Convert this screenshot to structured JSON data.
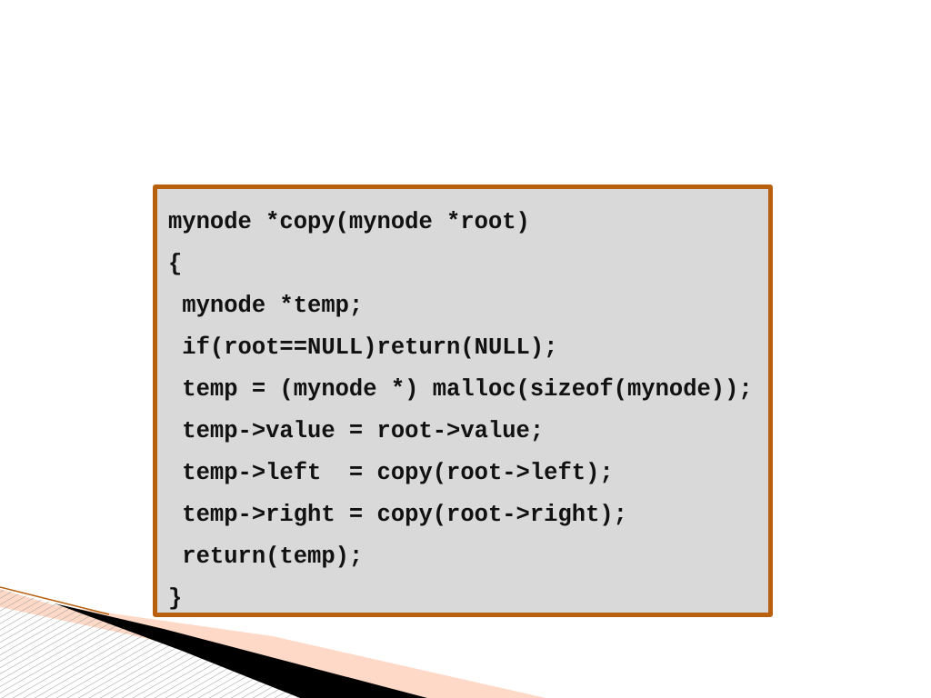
{
  "code_block": {
    "lines": [
      "mynode *copy(mynode *root)",
      "{",
      " mynode *temp;",
      " if(root==NULL)return(NULL);",
      " temp = (mynode *) malloc(sizeof(mynode));",
      " temp->value = root->value;",
      " temp->left  = copy(root->left);",
      " temp->right = copy(root->right);",
      " return(temp);",
      "}"
    ],
    "border_color": "#b8600e",
    "background_color": "#d9d9d9"
  },
  "decoration": {
    "accent_color": "#ffd9c7",
    "stroke_color": "#000000"
  }
}
